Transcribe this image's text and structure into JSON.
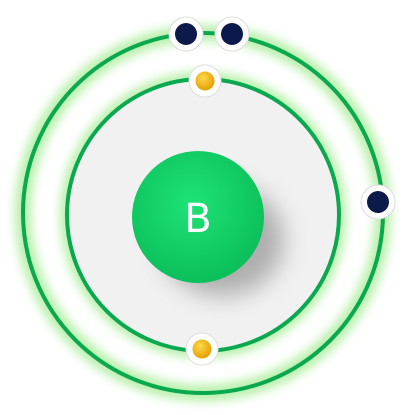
{
  "diagram": {
    "element_symbol": "B",
    "shells": [
      {
        "electrons": 2,
        "electron_color": "#f5b700"
      },
      {
        "electrons": 3,
        "electron_color": "#0b1a4a"
      }
    ],
    "colors": {
      "shell_stroke": "#0aa84f",
      "glow": "#b6f0a8",
      "inner_fill": "#f1f1f1",
      "nucleus": "#17d86a",
      "nucleus_dark": "#09b553",
      "electron_ring": "#ffffff"
    }
  }
}
